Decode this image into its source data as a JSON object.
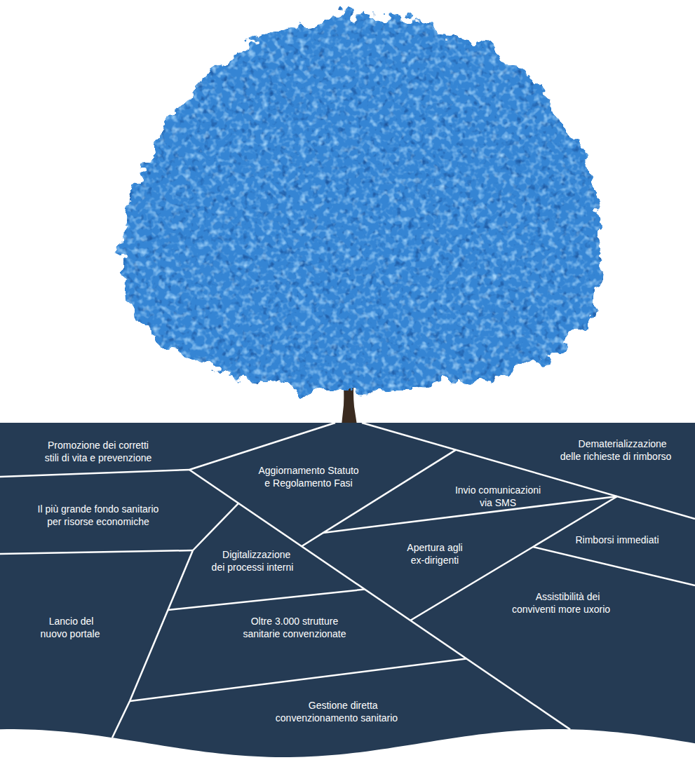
{
  "diagram": {
    "nodes": [
      {
        "text": [
          "Promozione dei corretti stili di vita e prevenzione"
        ]
      },
      {
        "text": [
          "Aggiornamento Statuto e Regolamento Fasi"
        ]
      },
      {
        "text": [
          "Dematerializzazione delle richieste di rimborso"
        ]
      },
      {
        "text": [
          "Il più grande fondo sanitario per risorse economiche"
        ]
      },
      {
        "text": [
          "Invio comunicazioni via SMS"
        ]
      },
      {
        "text": [
          "Apertura agli ex-dirigenti"
        ]
      },
      {
        "text": [
          "Rimborsi immediati"
        ]
      },
      {
        "text": [
          "Digitalizzazione dei processi interni"
        ]
      },
      {
        "text": [
          "Lancio del nuovo portale"
        ]
      },
      {
        "text": [
          "Oltre 3.000 strutture sanitarie convenzionate"
        ]
      },
      {
        "text": [
          "Assistibilità dei conviventi more uxorio"
        ]
      },
      {
        "text": [
          "Gestione diretta convenzionamento sanitario"
        ]
      }
    ]
  }
}
